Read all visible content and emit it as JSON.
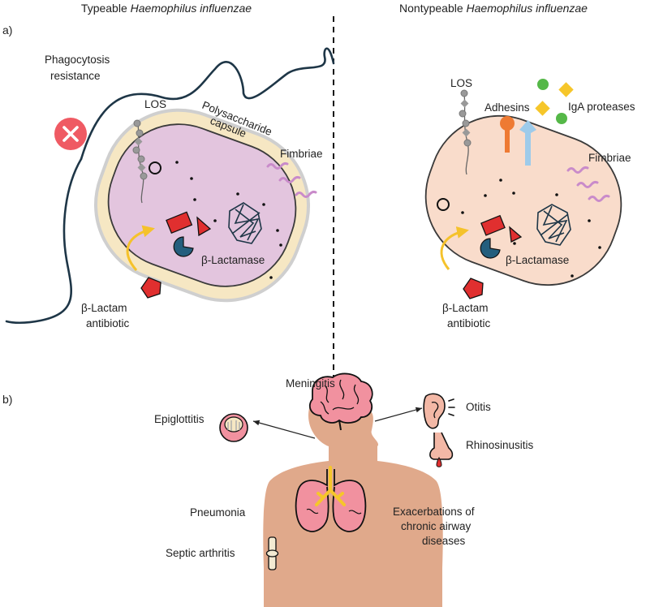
{
  "panels": {
    "a_label": "a)",
    "b_label": "b)"
  },
  "typeable": {
    "title_prefix": "Typeable ",
    "title_species": "Haemophilus influenzae",
    "phagocytosis_line1": "Phagocytosis",
    "phagocytosis_line2": "resistance",
    "los": "LOS",
    "capsule_line1": "Polysaccharide",
    "capsule_line2": "capsule",
    "fimbriae": "Fimbriae",
    "lactamase": "β-Lactamase",
    "antibiotic_line1": "β-Lactam",
    "antibiotic_line2": "antibiotic"
  },
  "nontypeable": {
    "title_prefix": "Nontypeable ",
    "title_species": "Haemophilus influenzae",
    "los": "LOS",
    "adhesins": "Adhesins",
    "iga_proteases": "IgA proteases",
    "fimbriae": "Fimbriae",
    "lactamase": "β-Lactamase",
    "antibiotic_line1": "β-Lactam",
    "antibiotic_line2": "antibiotic"
  },
  "diseases": {
    "meningitis": "Meningitis",
    "epiglottitis": "Epiglottitis",
    "otitis": "Otitis",
    "rhinosinusitis": "Rhinosinusitis",
    "pneumonia": "Pneumonia",
    "septic_arthritis": "Septic arthritis",
    "exacerbations_line1": "Exacerbations of",
    "exacerbations_line2": "chronic airway",
    "exacerbations_line3": "diseases"
  },
  "colors": {
    "capsule": "#f6e7c3",
    "typeable_cell": "#e3c5de",
    "nontypeable_cell": "#f9dccb",
    "body": "#e0a98b",
    "lung": "#f1919f",
    "antibiotic_red": "#e02f2f",
    "lactamase_blue": "#245e7d",
    "arrow_yellow": "#f5c22b",
    "fimbriae_purple": "#c98bca",
    "adhesin_orange": "#ee7a33",
    "adhesin_blue": "#9ecbea",
    "iga_green": "#55b848",
    "iga_yellow": "#f6c62a",
    "reject_red": "#ef5a63",
    "flagellum": "#1e3647"
  }
}
